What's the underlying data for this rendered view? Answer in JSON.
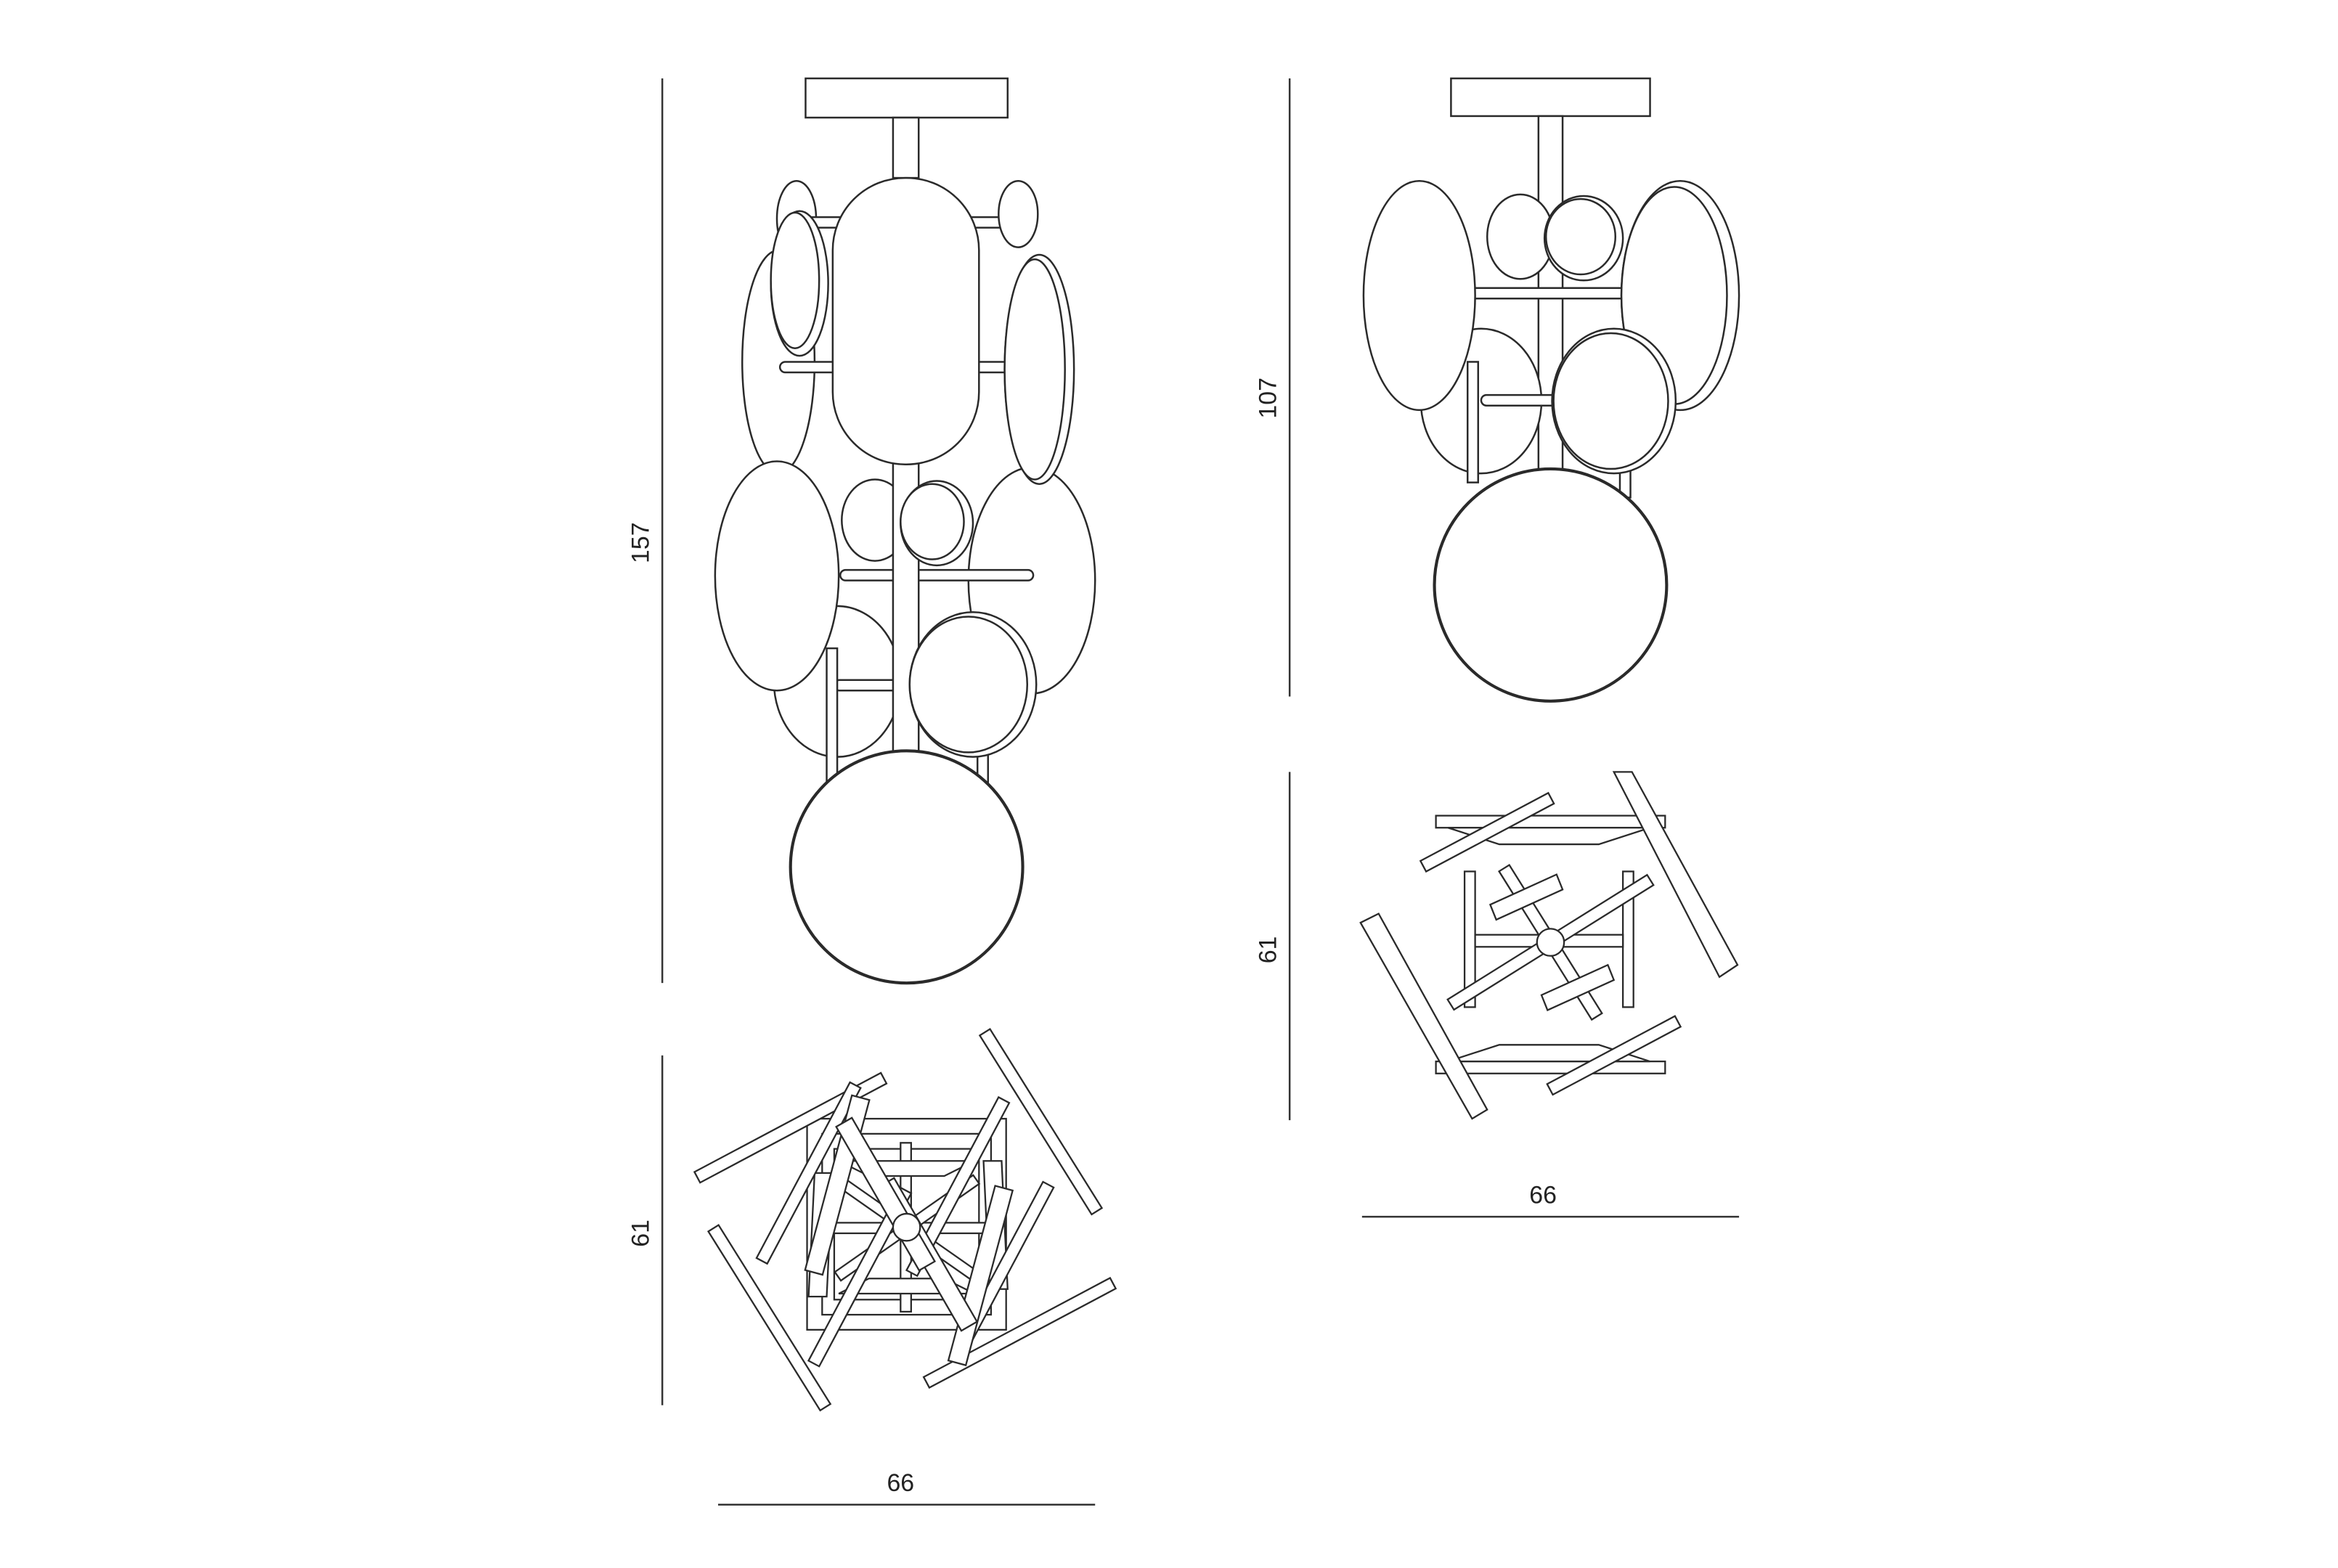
{
  "colors": {
    "background": "#ffffff",
    "stroke": "#2a2a2a",
    "disc_fill": "#ffffff",
    "dimension_line": "#333333"
  },
  "large_fixture": {
    "height_label": "157",
    "plan_depth_label": "61",
    "plan_width_label": "66"
  },
  "small_fixture": {
    "height_label": "107",
    "plan_depth_label": "61",
    "plan_width_label": "66"
  }
}
